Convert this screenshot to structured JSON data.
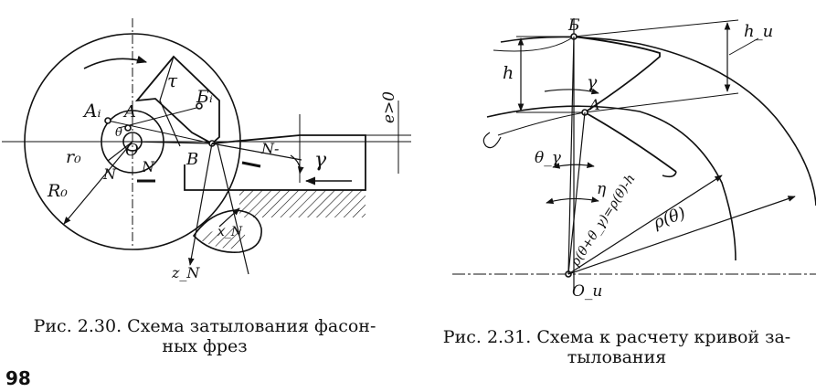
{
  "figure_left": {
    "labels": {
      "A_i": "Aᵢ",
      "A": "A",
      "B_i": "Бᵢ",
      "O": "O",
      "N1": "N",
      "N2": "N",
      "B": "B",
      "r0": "r₀",
      "R0": "R₀",
      "e": "e>0",
      "N_minus": "N-",
      "gamma": "γ",
      "tau": "τ",
      "theta": "θ",
      "x_N": "x_N",
      "z_N": "z_N"
    },
    "caption_line1": "Рис. 2.30. Схема затылования фасон-",
    "caption_line2": "ных фрез"
  },
  "figure_right": {
    "labels": {
      "B_top": "Б",
      "h_u": "h_u",
      "h": "h",
      "gamma": "γ",
      "A": "A",
      "theta_gamma": "θ_γ",
      "eta": "η",
      "rho_expr": "ρ(θ+θ_γ)=ρ(θ)-h",
      "rho": "ρ(θ)",
      "O_u": "O_u"
    },
    "caption_line1": "Рис. 2.31. Схема к расчету кривой за-",
    "caption_line2": "тылования"
  },
  "page_number": "98"
}
